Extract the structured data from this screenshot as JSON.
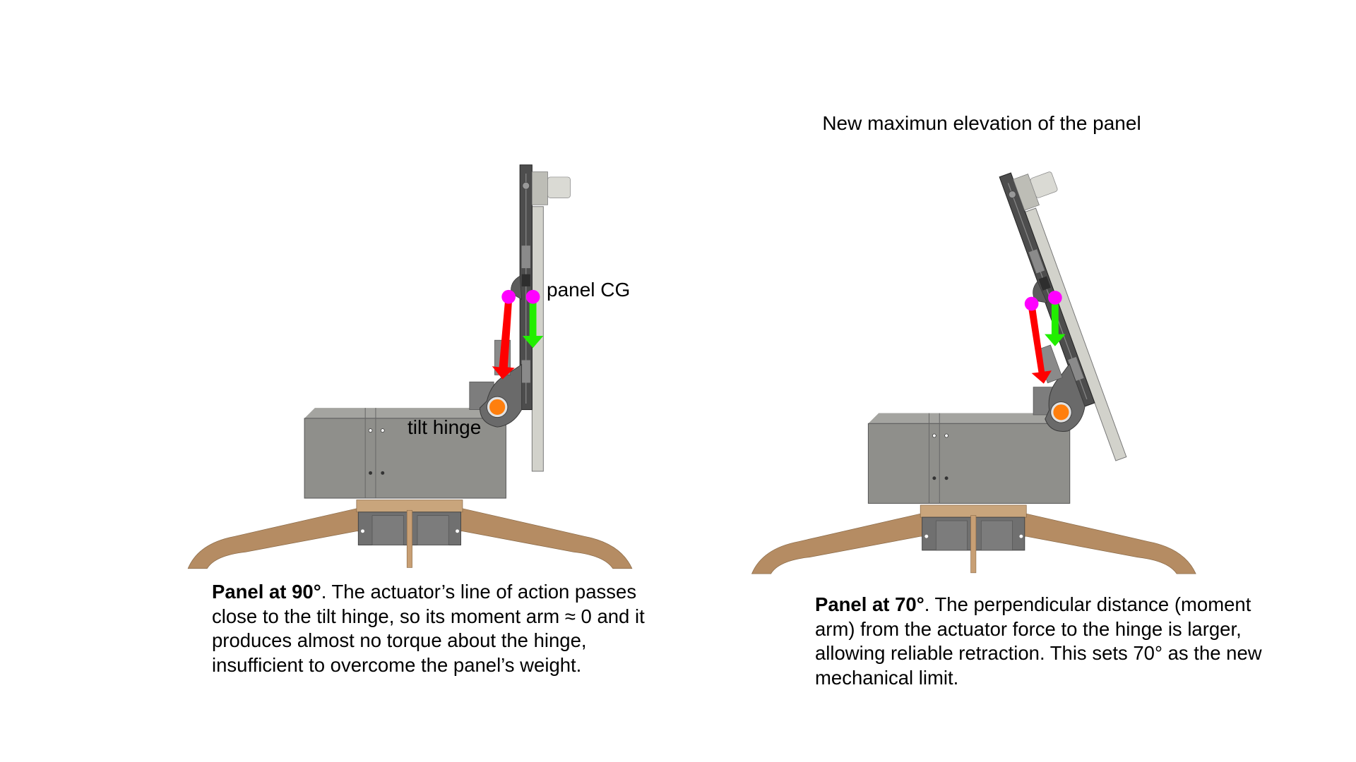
{
  "labels": {
    "panel_cg": "panel CG",
    "tilt_hinge": "tilt hinge",
    "right_title": "New maximun elevation of the panel"
  },
  "captions": {
    "left": {
      "bold": "Panel at 90°",
      "text": ". The actuator’s line of action passes close to the tilt hinge, so its moment arm ≈ 0 and it produces almost no torque about the hinge, insufficient to overcome the panel’s weight."
    },
    "right": {
      "bold": "Panel at 70°",
      "text": ". The perpendicular distance (moment arm) from the actuator force to the hinge is larger, allowing reliable retraction. This sets 70° as the new mechanical limit."
    }
  },
  "colors": {
    "actuator_force": "#ff0000",
    "panel_weight": "#22ee00",
    "attachment_points": "#ff00ff",
    "hinge": "#ff7f0e",
    "wood": "#b58c63",
    "housing": "#8f8f8b"
  }
}
